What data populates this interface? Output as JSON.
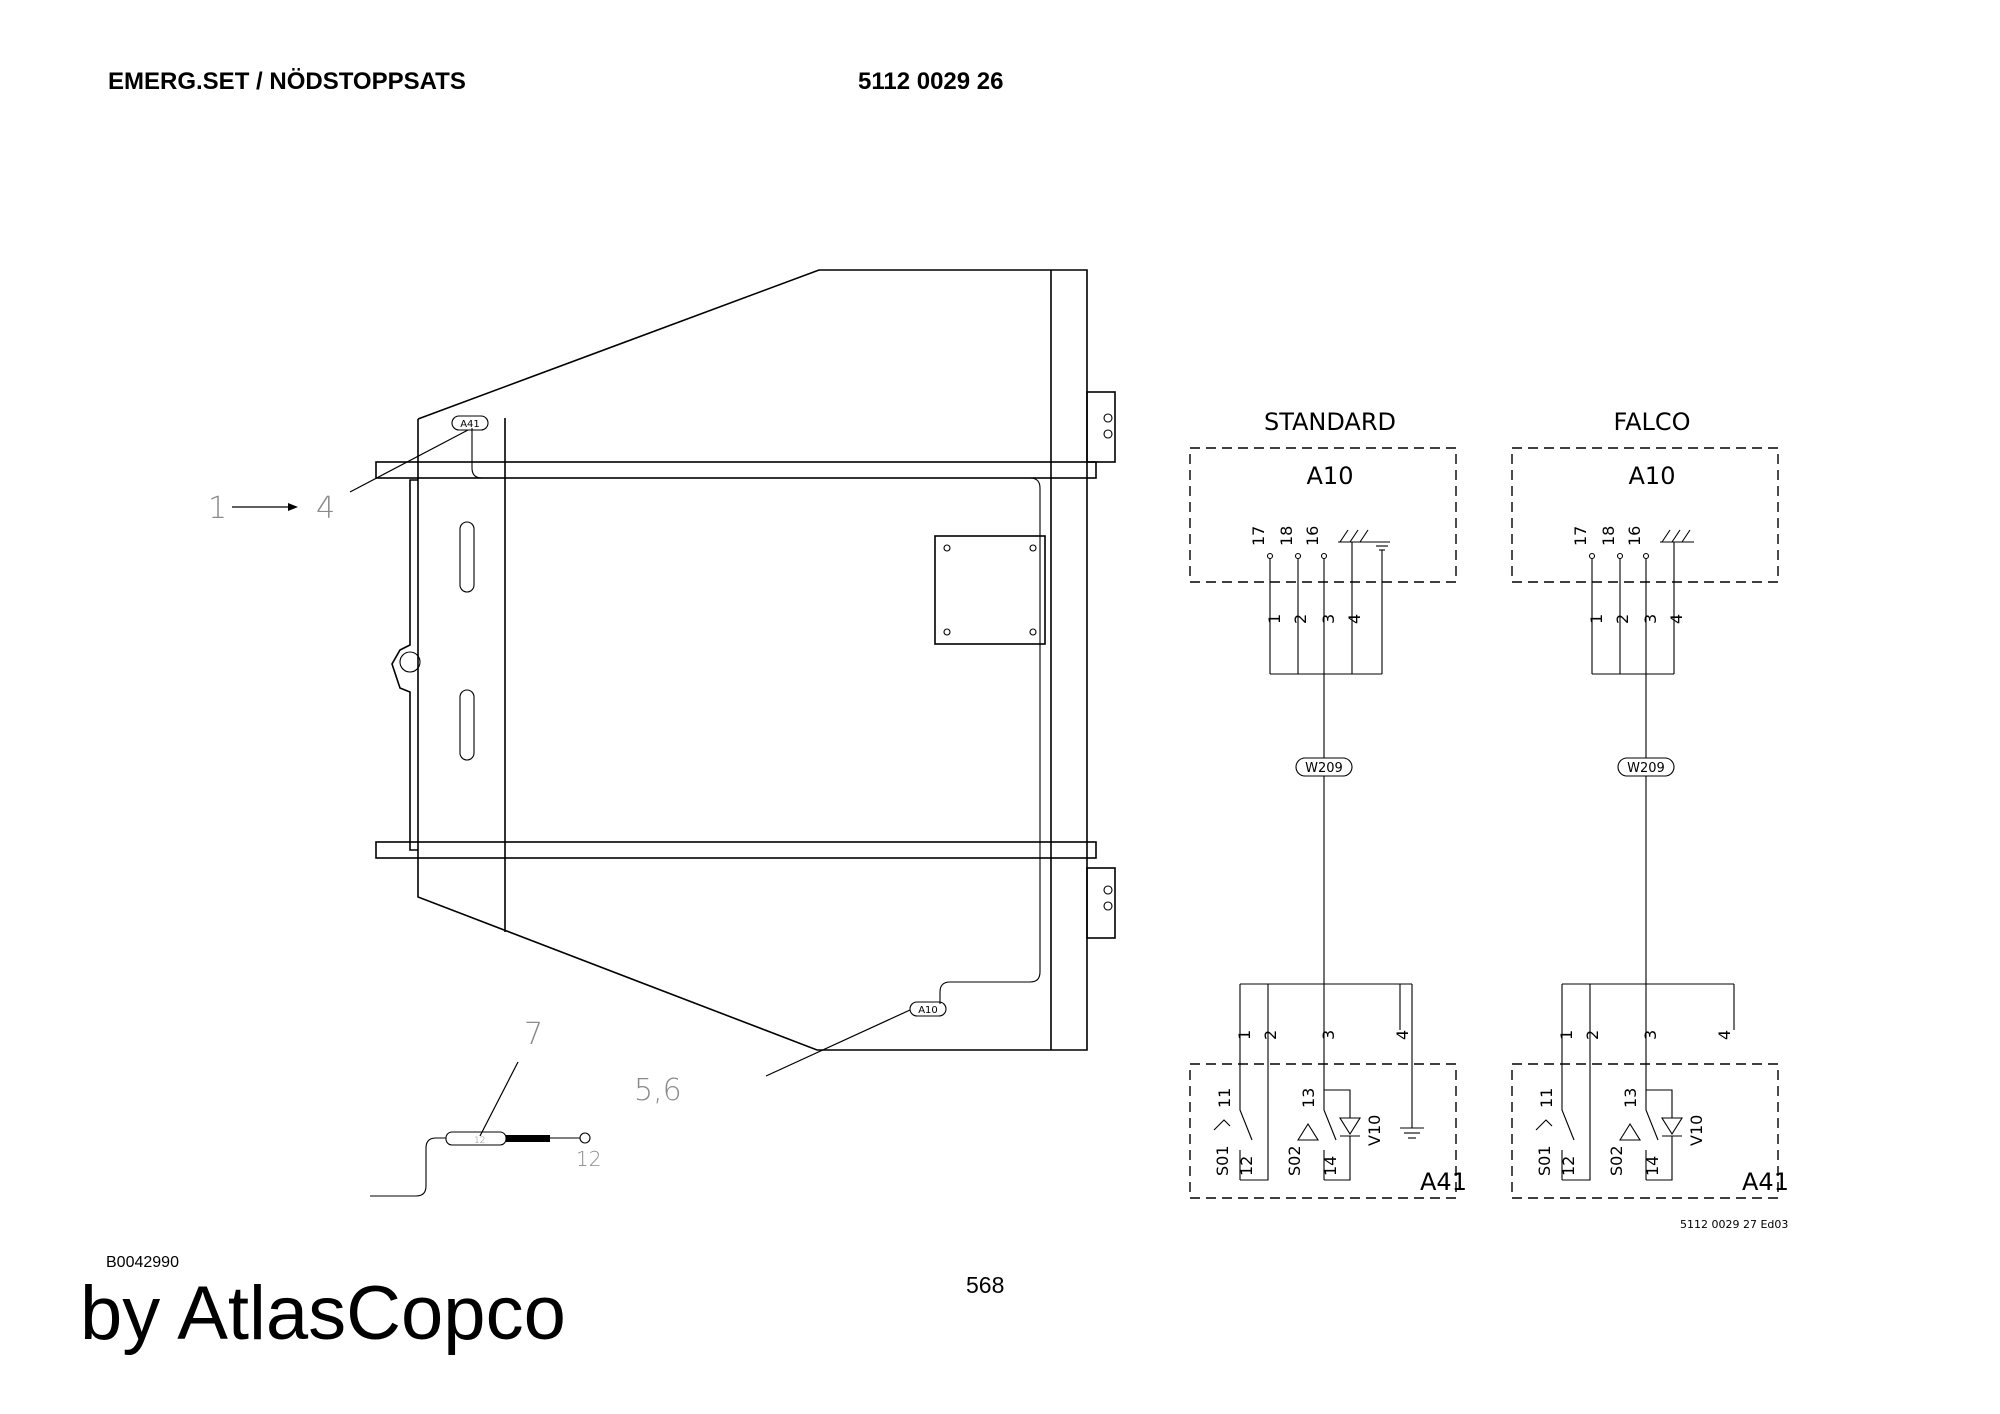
{
  "header": {
    "title": "EMERG.SET / NÖDSTOPPSATS",
    "part_number": "5112 0029 26"
  },
  "footer": {
    "drawing_id": "B0042990",
    "page_number": "568",
    "brand": "by AtlasCopco",
    "edition": "5112 0029 27 Ed03"
  },
  "assembly": {
    "tag_a41": "A41",
    "tag_a10": "A10",
    "callout_1": "1",
    "callout_4": "4",
    "callout_56": "5,6",
    "callout_7": "7",
    "callout_12": "12",
    "sensor_label": "12"
  },
  "schematics": [
    {
      "name": "STANDARD",
      "top_box": "A10",
      "top_terminals": [
        "17",
        "18",
        "16"
      ],
      "wires": [
        "1",
        "2",
        "3",
        "4"
      ],
      "cable": "W209",
      "bottom_box": "A41",
      "switch1": "S01",
      "switch1_a": "11",
      "switch1_b": "12",
      "switch2": "S02",
      "switch2_a": "13",
      "switch2_b": "14",
      "diode": "V10"
    },
    {
      "name": "FALCO",
      "top_box": "A10",
      "top_terminals": [
        "17",
        "18",
        "16"
      ],
      "wires": [
        "1",
        "2",
        "3",
        "4"
      ],
      "cable": "W209",
      "bottom_box": "A41",
      "switch1": "S01",
      "switch1_a": "11",
      "switch1_b": "12",
      "switch2": "S02",
      "switch2_a": "13",
      "switch2_b": "14",
      "diode": "V10"
    }
  ]
}
